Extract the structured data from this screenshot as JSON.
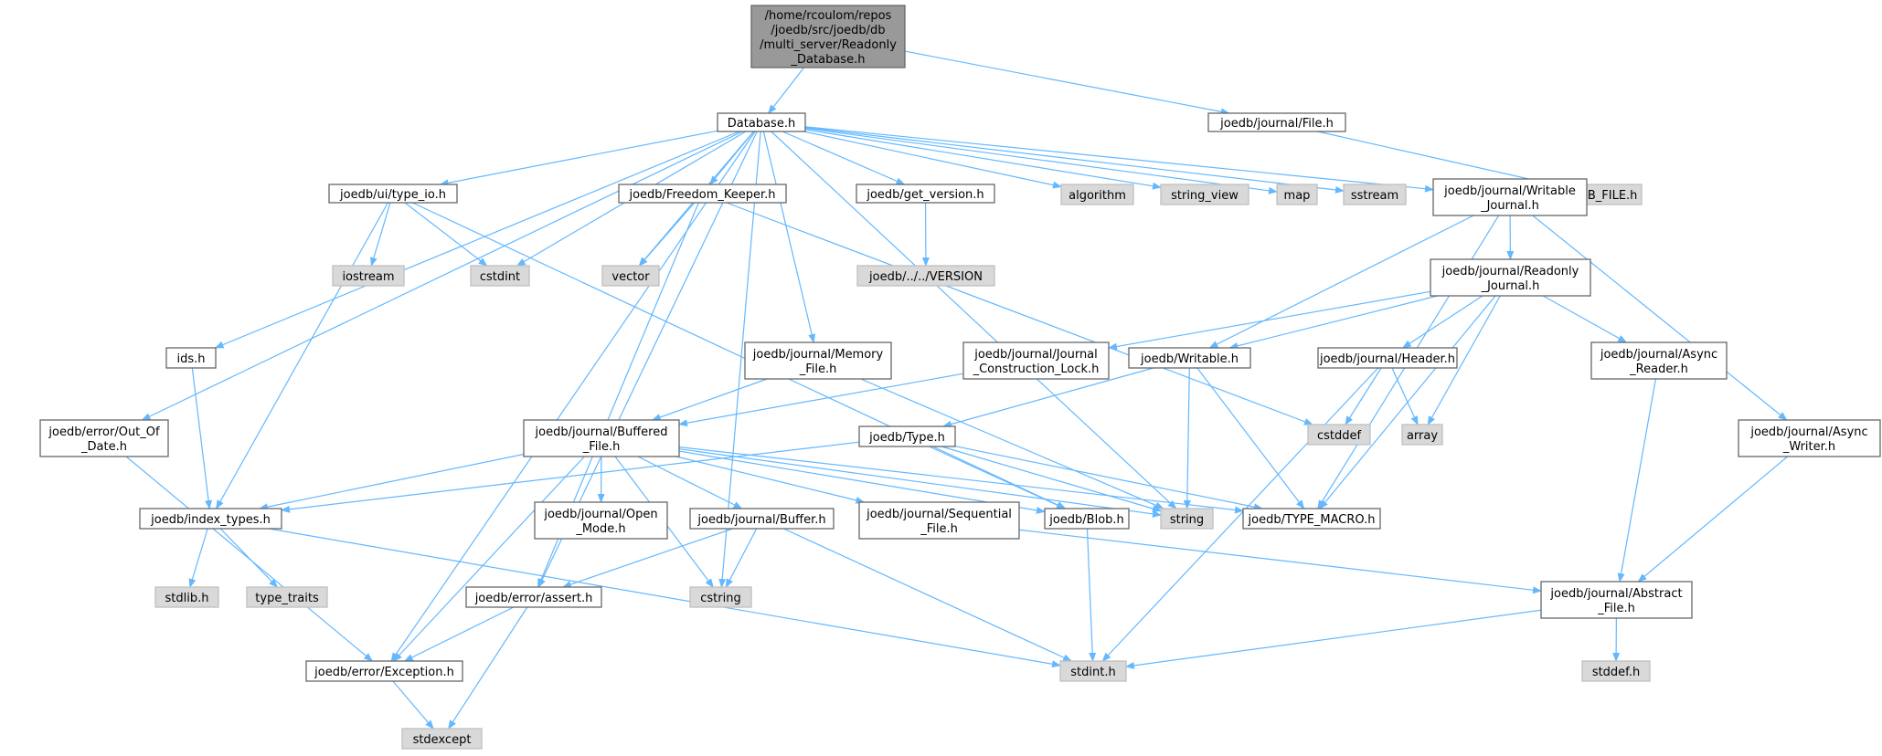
{
  "graph": {
    "edge_color": "#63b8ff",
    "root_fill": "#999999",
    "system_header_fill": "#d9d9d9",
    "file_fill": "#ffffff",
    "nodes": [
      {
        "id": "root",
        "lines": [
          "/home/rcoulom/repos",
          "/joedb/src/joedb/db",
          "/multi_server/Readonly",
          "_Database.h"
        ],
        "kind": "root"
      },
      {
        "id": "database",
        "lines": [
          "Database.h"
        ],
        "kind": "file"
      },
      {
        "id": "journal_file",
        "lines": [
          "joedb/journal/File.h"
        ],
        "kind": "file"
      },
      {
        "id": "joedb_file",
        "lines": [
          "JOEDB_FILE.h"
        ],
        "kind": "sys"
      },
      {
        "id": "type_io",
        "lines": [
          "joedb/ui/type_io.h"
        ],
        "kind": "file"
      },
      {
        "id": "freedom_keeper",
        "lines": [
          "joedb/Freedom_Keeper.h"
        ],
        "kind": "file"
      },
      {
        "id": "get_version",
        "lines": [
          "joedb/get_version.h"
        ],
        "kind": "file"
      },
      {
        "id": "algorithm",
        "lines": [
          "algorithm"
        ],
        "kind": "sys"
      },
      {
        "id": "string_view",
        "lines": [
          "string_view"
        ],
        "kind": "sys"
      },
      {
        "id": "map",
        "lines": [
          "map"
        ],
        "kind": "sys"
      },
      {
        "id": "sstream",
        "lines": [
          "sstream"
        ],
        "kind": "sys"
      },
      {
        "id": "writable_journal",
        "lines": [
          "joedb/journal/Writable",
          "_Journal.h"
        ],
        "kind": "file"
      },
      {
        "id": "iostream",
        "lines": [
          "iostream"
        ],
        "kind": "sys"
      },
      {
        "id": "cstdint",
        "lines": [
          "cstdint"
        ],
        "kind": "sys"
      },
      {
        "id": "vector",
        "lines": [
          "vector"
        ],
        "kind": "sys"
      },
      {
        "id": "version",
        "lines": [
          "joedb/../../VERSION"
        ],
        "kind": "sys"
      },
      {
        "id": "readonly_journal",
        "lines": [
          "joedb/journal/Readonly",
          "_Journal.h"
        ],
        "kind": "file"
      },
      {
        "id": "ids",
        "lines": [
          "ids.h"
        ],
        "kind": "file"
      },
      {
        "id": "memory_file",
        "lines": [
          "joedb/journal/Memory",
          "_File.h"
        ],
        "kind": "file"
      },
      {
        "id": "construction_lock",
        "lines": [
          "joedb/journal/Journal",
          "_Construction_Lock.h"
        ],
        "kind": "file"
      },
      {
        "id": "writable",
        "lines": [
          "joedb/Writable.h"
        ],
        "kind": "file"
      },
      {
        "id": "header",
        "lines": [
          "joedb/journal/Header.h"
        ],
        "kind": "file"
      },
      {
        "id": "async_reader",
        "lines": [
          "joedb/journal/Async",
          "_Reader.h"
        ],
        "kind": "file"
      },
      {
        "id": "out_of_date",
        "lines": [
          "joedb/error/Out_Of",
          "_Date.h"
        ],
        "kind": "file"
      },
      {
        "id": "buffered_file",
        "lines": [
          "joedb/journal/Buffered",
          "_File.h"
        ],
        "kind": "file"
      },
      {
        "id": "type",
        "lines": [
          "joedb/Type.h"
        ],
        "kind": "file"
      },
      {
        "id": "cstddef",
        "lines": [
          "cstddef"
        ],
        "kind": "sys"
      },
      {
        "id": "array",
        "lines": [
          "array"
        ],
        "kind": "sys"
      },
      {
        "id": "async_writer",
        "lines": [
          "joedb/journal/Async",
          "_Writer.h"
        ],
        "kind": "file"
      },
      {
        "id": "index_types",
        "lines": [
          "joedb/index_types.h"
        ],
        "kind": "file"
      },
      {
        "id": "open_mode",
        "lines": [
          "joedb/journal/Open",
          "_Mode.h"
        ],
        "kind": "file"
      },
      {
        "id": "buffer",
        "lines": [
          "joedb/journal/Buffer.h"
        ],
        "kind": "file"
      },
      {
        "id": "sequential_file",
        "lines": [
          "joedb/journal/Sequential",
          "_File.h"
        ],
        "kind": "file"
      },
      {
        "id": "blob",
        "lines": [
          "joedb/Blob.h"
        ],
        "kind": "file"
      },
      {
        "id": "string",
        "lines": [
          "string"
        ],
        "kind": "sys"
      },
      {
        "id": "type_macro",
        "lines": [
          "joedb/TYPE_MACRO.h"
        ],
        "kind": "file"
      },
      {
        "id": "stdlib",
        "lines": [
          "stdlib.h"
        ],
        "kind": "sys"
      },
      {
        "id": "type_traits",
        "lines": [
          "type_traits"
        ],
        "kind": "sys"
      },
      {
        "id": "assert",
        "lines": [
          "joedb/error/assert.h"
        ],
        "kind": "file"
      },
      {
        "id": "cstring",
        "lines": [
          "cstring"
        ],
        "kind": "sys"
      },
      {
        "id": "abstract_file",
        "lines": [
          "joedb/journal/Abstract",
          "_File.h"
        ],
        "kind": "file"
      },
      {
        "id": "exception",
        "lines": [
          "joedb/error/Exception.h"
        ],
        "kind": "file"
      },
      {
        "id": "stdint",
        "lines": [
          "stdint.h"
        ],
        "kind": "sys"
      },
      {
        "id": "stddef",
        "lines": [
          "stddef.h"
        ],
        "kind": "sys"
      },
      {
        "id": "stdexcept",
        "lines": [
          "stdexcept"
        ],
        "kind": "sys"
      }
    ],
    "edges": [
      [
        "root",
        "database"
      ],
      [
        "root",
        "journal_file"
      ],
      [
        "journal_file",
        "joedb_file"
      ],
      [
        "database",
        "type_io"
      ],
      [
        "database",
        "freedom_keeper"
      ],
      [
        "database",
        "get_version"
      ],
      [
        "database",
        "algorithm"
      ],
      [
        "database",
        "string_view"
      ],
      [
        "database",
        "map"
      ],
      [
        "database",
        "sstream"
      ],
      [
        "database",
        "writable_journal"
      ],
      [
        "database",
        "cstdint"
      ],
      [
        "database",
        "vector"
      ],
      [
        "database",
        "ids"
      ],
      [
        "database",
        "memory_file"
      ],
      [
        "database",
        "out_of_date"
      ],
      [
        "database",
        "exception"
      ],
      [
        "database",
        "assert"
      ],
      [
        "database",
        "cstring"
      ],
      [
        "database",
        "string"
      ],
      [
        "type_io",
        "iostream"
      ],
      [
        "type_io",
        "cstdint"
      ],
      [
        "type_io",
        "index_types"
      ],
      [
        "type_io",
        "blob"
      ],
      [
        "freedom_keeper",
        "vector"
      ],
      [
        "freedom_keeper",
        "cstddef"
      ],
      [
        "freedom_keeper",
        "assert"
      ],
      [
        "get_version",
        "version"
      ],
      [
        "writable_journal",
        "readonly_journal"
      ],
      [
        "writable_journal",
        "writable"
      ],
      [
        "writable_journal",
        "async_writer"
      ],
      [
        "writable_journal",
        "type_macro"
      ],
      [
        "readonly_journal",
        "construction_lock"
      ],
      [
        "readonly_journal",
        "writable"
      ],
      [
        "readonly_journal",
        "header"
      ],
      [
        "readonly_journal",
        "async_reader"
      ],
      [
        "readonly_journal",
        "array"
      ],
      [
        "readonly_journal",
        "type_macro"
      ],
      [
        "ids",
        "index_types"
      ],
      [
        "memory_file",
        "buffered_file"
      ],
      [
        "memory_file",
        "string"
      ],
      [
        "construction_lock",
        "buffered_file"
      ],
      [
        "writable",
        "type"
      ],
      [
        "writable",
        "string"
      ],
      [
        "writable",
        "type_macro"
      ],
      [
        "header",
        "cstddef"
      ],
      [
        "header",
        "array"
      ],
      [
        "header",
        "stdint"
      ],
      [
        "async_reader",
        "abstract_file"
      ],
      [
        "async_writer",
        "abstract_file"
      ],
      [
        "out_of_date",
        "exception"
      ],
      [
        "buffered_file",
        "index_types"
      ],
      [
        "buffered_file",
        "open_mode"
      ],
      [
        "buffered_file",
        "buffer"
      ],
      [
        "buffered_file",
        "sequential_file"
      ],
      [
        "buffered_file",
        "blob"
      ],
      [
        "buffered_file",
        "string"
      ],
      [
        "buffered_file",
        "type_macro"
      ],
      [
        "buffered_file",
        "exception"
      ],
      [
        "buffered_file",
        "cstring"
      ],
      [
        "type",
        "index_types"
      ],
      [
        "type",
        "blob"
      ],
      [
        "type",
        "string"
      ],
      [
        "type",
        "type_macro"
      ],
      [
        "index_types",
        "stdlib"
      ],
      [
        "index_types",
        "type_traits"
      ],
      [
        "index_types",
        "stdint"
      ],
      [
        "buffer",
        "assert"
      ],
      [
        "buffer",
        "cstring"
      ],
      [
        "buffer",
        "stdint"
      ],
      [
        "sequential_file",
        "abstract_file"
      ],
      [
        "blob",
        "stdint"
      ],
      [
        "assert",
        "exception"
      ],
      [
        "assert",
        "stdexcept"
      ],
      [
        "abstract_file",
        "stdint"
      ],
      [
        "abstract_file",
        "stddef"
      ],
      [
        "exception",
        "stdexcept"
      ]
    ]
  }
}
